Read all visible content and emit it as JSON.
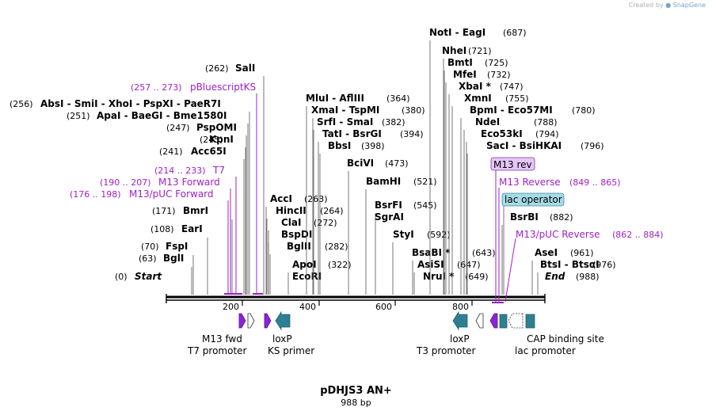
{
  "credit": {
    "prefix": "Created by",
    "brand": "SnapGene"
  },
  "plasmid": {
    "name": "pDHJS3 AN+",
    "length_label": "988 bp"
  },
  "colors": {
    "enzyme": "#000000",
    "primer": "#a020c8",
    "feature_teal": "#2f7f93",
    "feature_purple": "#8e22d6",
    "feature_white": "#ffffff",
    "m13rev_fill": "#e6c6f6",
    "lacop_fill": "#a6dbe6"
  },
  "ruler": {
    "ticks": [
      {
        "label": "200"
      },
      {
        "label": "400"
      },
      {
        "label": "600"
      },
      {
        "label": "800"
      }
    ]
  },
  "enzymes": [
    {
      "name": "Start",
      "pos": "(0)",
      "italic": true
    },
    {
      "name": "BglI",
      "pos": "(63)"
    },
    {
      "name": "FspI",
      "pos": "(70)"
    },
    {
      "name": "EarI",
      "pos": "(108)"
    },
    {
      "name": "BmrI",
      "pos": "(171)"
    },
    {
      "name": "Acc65I",
      "pos": "(241)"
    },
    {
      "name": "KpnI",
      "pos": "(245)"
    },
    {
      "name": "PspOMI",
      "pos": "(247)"
    },
    {
      "name": "ApaI  -  BaeGI  -  Bme1580I",
      "pos": "(251)"
    },
    {
      "name": "AbsI  -  SmiI  -  XhoI  -  PspXI  -  PaeR7I",
      "pos": "(256)"
    },
    {
      "name": "SalI",
      "pos": "(262)"
    },
    {
      "name": "AccI",
      "pos": "(263)"
    },
    {
      "name": "HincII",
      "pos": "(264)"
    },
    {
      "name": "ClaI",
      "pos": "(272)"
    },
    {
      "name": "BspDI",
      "pos": ""
    },
    {
      "name": "BglII",
      "pos": "(282)"
    },
    {
      "name": "ApoI",
      "pos": "(322)"
    },
    {
      "name": "EcoRI",
      "pos": ""
    },
    {
      "name": "MluI  -  AflIII",
      "pos": "(364)"
    },
    {
      "name": "XmaI  -  TspMI",
      "pos": "(380)"
    },
    {
      "name": "SrfI  -  SmaI",
      "pos": "(382)"
    },
    {
      "name": "TatI  -  BsrGI",
      "pos": "(394)"
    },
    {
      "name": "BbsI",
      "pos": "(398)"
    },
    {
      "name": "BciVI",
      "pos": "(473)"
    },
    {
      "name": "BamHI",
      "pos": "(521)"
    },
    {
      "name": "BsrFI",
      "pos": "(545)"
    },
    {
      "name": "SgrAI",
      "pos": ""
    },
    {
      "name": "StyI",
      "pos": "(592)"
    },
    {
      "name": "BsaBI *",
      "pos": "(643)"
    },
    {
      "name": "AsiSI",
      "pos": "(647)"
    },
    {
      "name": "NruI *",
      "pos": "(649)"
    },
    {
      "name": "NotI  -  EagI",
      "pos": "(687)"
    },
    {
      "name": "NheI",
      "pos": "(721)"
    },
    {
      "name": "BmtI",
      "pos": "(725)"
    },
    {
      "name": "MfeI",
      "pos": "(732)"
    },
    {
      "name": "XbaI *",
      "pos": "(747)"
    },
    {
      "name": "XmnI",
      "pos": "(755)"
    },
    {
      "name": "BpmI  -  Eco57MI",
      "pos": "(780)"
    },
    {
      "name": "NdeI",
      "pos": "(788)"
    },
    {
      "name": "Eco53kI",
      "pos": "(794)"
    },
    {
      "name": "SacI  -  BsiHKAI",
      "pos": "(796)"
    },
    {
      "name": "BsrBI",
      "pos": "(882)"
    },
    {
      "name": "AseI",
      "pos": "(961)"
    },
    {
      "name": "BtsI  -  BtsαI",
      "pos": "(976)"
    },
    {
      "name": "End",
      "pos": "(988)",
      "italic": true
    }
  ],
  "primers": [
    {
      "name": "pBluescriptKS",
      "range": "(257 .. 273)"
    },
    {
      "name": "T7",
      "range": "(214 .. 233)"
    },
    {
      "name": "M13 Forward",
      "range": "(190 .. 207)"
    },
    {
      "name": "M13/pUC Forward",
      "range": "(176 .. 198)"
    },
    {
      "name": "M13 rev",
      "range": ""
    },
    {
      "name": "M13 Reverse",
      "range": "(849 .. 865)"
    },
    {
      "name": "M13/pUC Reverse",
      "range": "(862 .. 884)"
    }
  ],
  "boxed_features": [
    {
      "name": "lac operator"
    }
  ],
  "feature_labels": [
    {
      "name": "M13 fwd"
    },
    {
      "name": "T7 promoter"
    },
    {
      "name": "loxP"
    },
    {
      "name": "KS primer"
    },
    {
      "name": "loxP"
    },
    {
      "name": "T3 promoter"
    },
    {
      "name": "CAP binding site"
    },
    {
      "name": "lac promoter"
    }
  ]
}
